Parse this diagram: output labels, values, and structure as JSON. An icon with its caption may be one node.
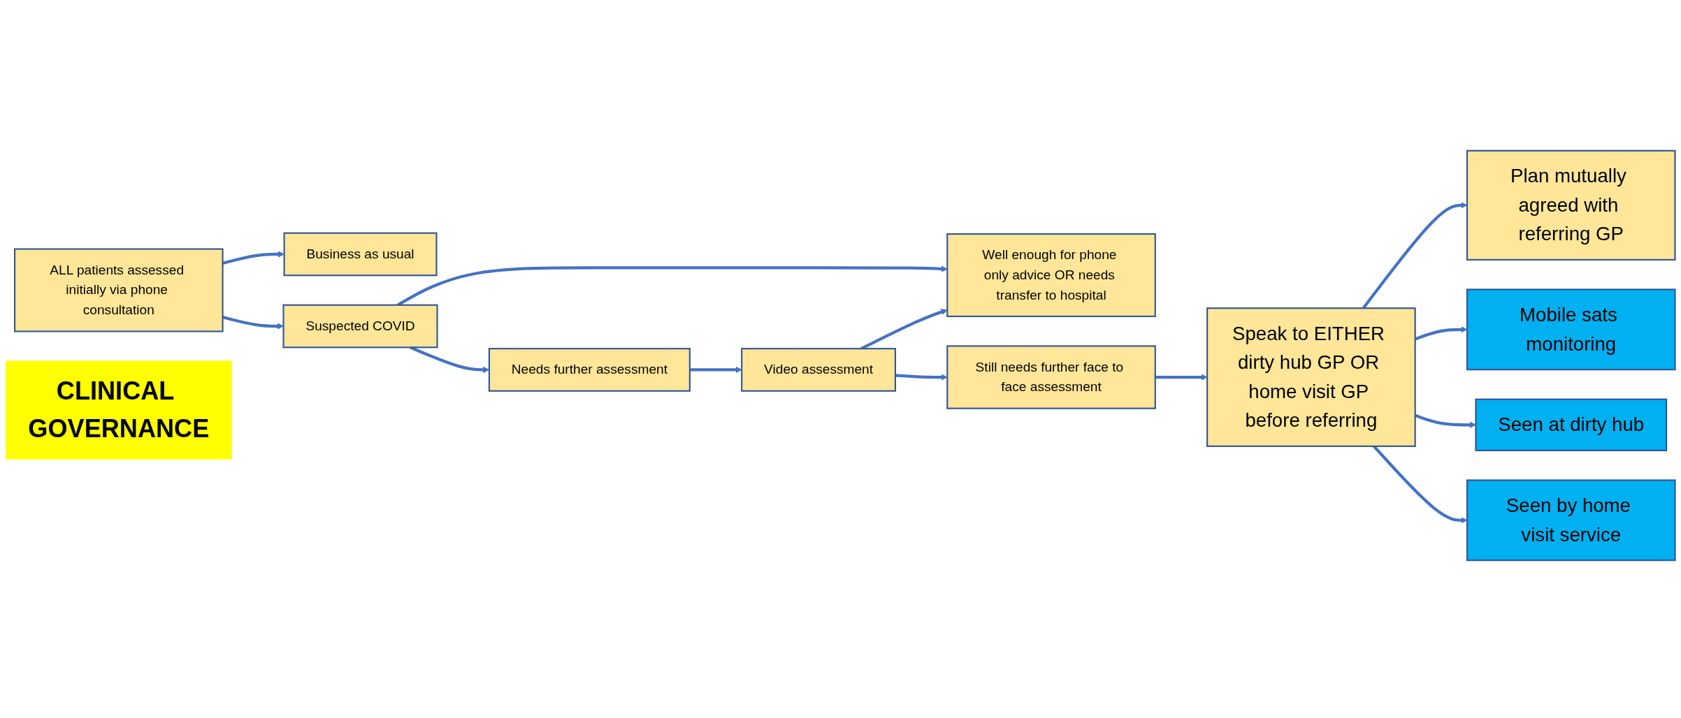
{
  "diagram": {
    "nodes": [
      {
        "text": [
          "ALL patients assessed initially via phone consultation"
        ]
      },
      {
        "text": [
          "Business as usual"
        ]
      },
      {
        "text": [
          "Suspected COVID"
        ]
      },
      {
        "text": [
          "Well enough for phone only advice OR needs transfer to hospital"
        ]
      },
      {
        "text": [
          "Needs further assessment"
        ]
      },
      {
        "text": [
          "Video assessment"
        ]
      },
      {
        "text": [
          "Still needs further face to face assessment"
        ]
      },
      {
        "text": [
          "Speak to EITHER dirty hub GP OR home visit GP before referring"
        ]
      },
      {
        "text": [
          "CLINICAL GOVERNANCE"
        ]
      },
      {
        "text": [
          "Plan mutually agreed with referring GP"
        ]
      },
      {
        "text": [
          "Mobile sats monitoring"
        ]
      },
      {
        "text": [
          "Seen at dirty hub"
        ]
      },
      {
        "text": [
          "Seen by home visit service"
        ]
      }
    ],
    "edges": [
      {
        "from": 0,
        "to": 1,
        "arrow": "to"
      },
      {
        "from": 0,
        "to": 2,
        "arrow": "to"
      },
      {
        "from": 2,
        "to": 3,
        "arrow": "to"
      },
      {
        "from": 2,
        "to": 4,
        "arrow": "to"
      },
      {
        "from": 4,
        "to": 5,
        "arrow": "to"
      },
      {
        "from": 5,
        "to": 3,
        "arrow": "to"
      },
      {
        "from": 5,
        "to": 6,
        "arrow": "to"
      },
      {
        "from": 6,
        "to": 7,
        "arrow": "to"
      },
      {
        "from": 7,
        "to": 9,
        "arrow": "to"
      },
      {
        "from": 7,
        "to": 10,
        "arrow": "to"
      },
      {
        "from": 7,
        "to": 11,
        "arrow": "to"
      },
      {
        "from": 7,
        "to": 12,
        "arrow": "to"
      }
    ]
  }
}
